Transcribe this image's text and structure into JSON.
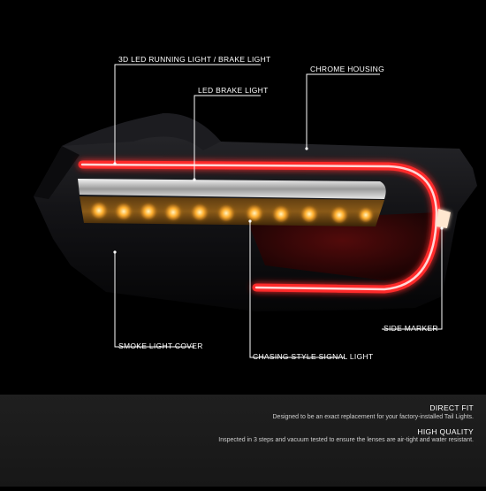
{
  "callouts": {
    "running_brake": "3D LED RUNNING LIGHT / BRAKE LIGHT",
    "chrome_housing": "CHROME HOUSING",
    "led_brake": "LED BRAKE LIGHT",
    "smoke_cover": "SMOKE LIGHT COVER",
    "side_marker": "SIDE MARKER",
    "chasing_signal": "CHASING STYLE SIGNAL LIGHT"
  },
  "features": [
    {
      "title": "DIRECT FIT",
      "description": "Designed to be an exact replacement for your factory-installed Tail Lights."
    },
    {
      "title": "HIGH QUALITY",
      "description": "Inspected in 3 steps and vacuum tested to ensure the lenses are air-tight and water resistant."
    }
  ],
  "colors": {
    "background": "#000000",
    "led_red": "#ff2a2a",
    "signal_amber": "#ffb030",
    "line": "#ffffff"
  }
}
